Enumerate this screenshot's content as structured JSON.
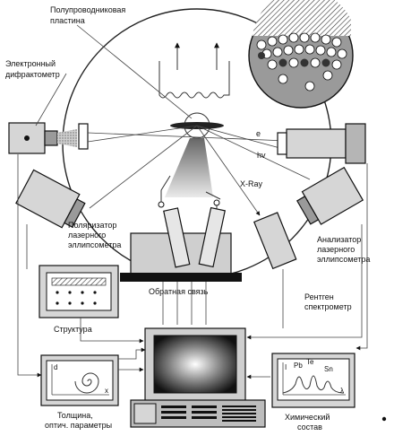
{
  "labels": {
    "wafer": [
      "Полупроводниковая",
      "пластина"
    ],
    "diffractometer": [
      "Электронный",
      "дифрактометр"
    ],
    "polarizer": [
      "Поляризатор",
      "лазерного",
      "эллипсометра"
    ],
    "analyzer": [
      "Анализатор",
      "лазерного",
      "эллипсометра"
    ],
    "xray": "X-Ray",
    "beam_e": "e",
    "beam_hv": "hv",
    "feedback": "Обратная связь",
    "spectrometer": [
      "Рентген",
      "спектрометр"
    ],
    "structure": "Структура",
    "thickness": [
      "Толщина,",
      "оптич. параметры"
    ],
    "chemical": [
      "Химический",
      "состав"
    ],
    "plot_axis_d": "d",
    "plot_axis_x": "х",
    "plot_axis_lambda": "λ",
    "plot_axis_I": "I",
    "peaks": [
      "Pb",
      "Te",
      "Sn"
    ]
  },
  "colors": {
    "stroke": "#111111",
    "device_fill": "#d6d6d6",
    "device_dark": "#7a7a7a",
    "wafer_fill": "#8a8a8a"
  }
}
